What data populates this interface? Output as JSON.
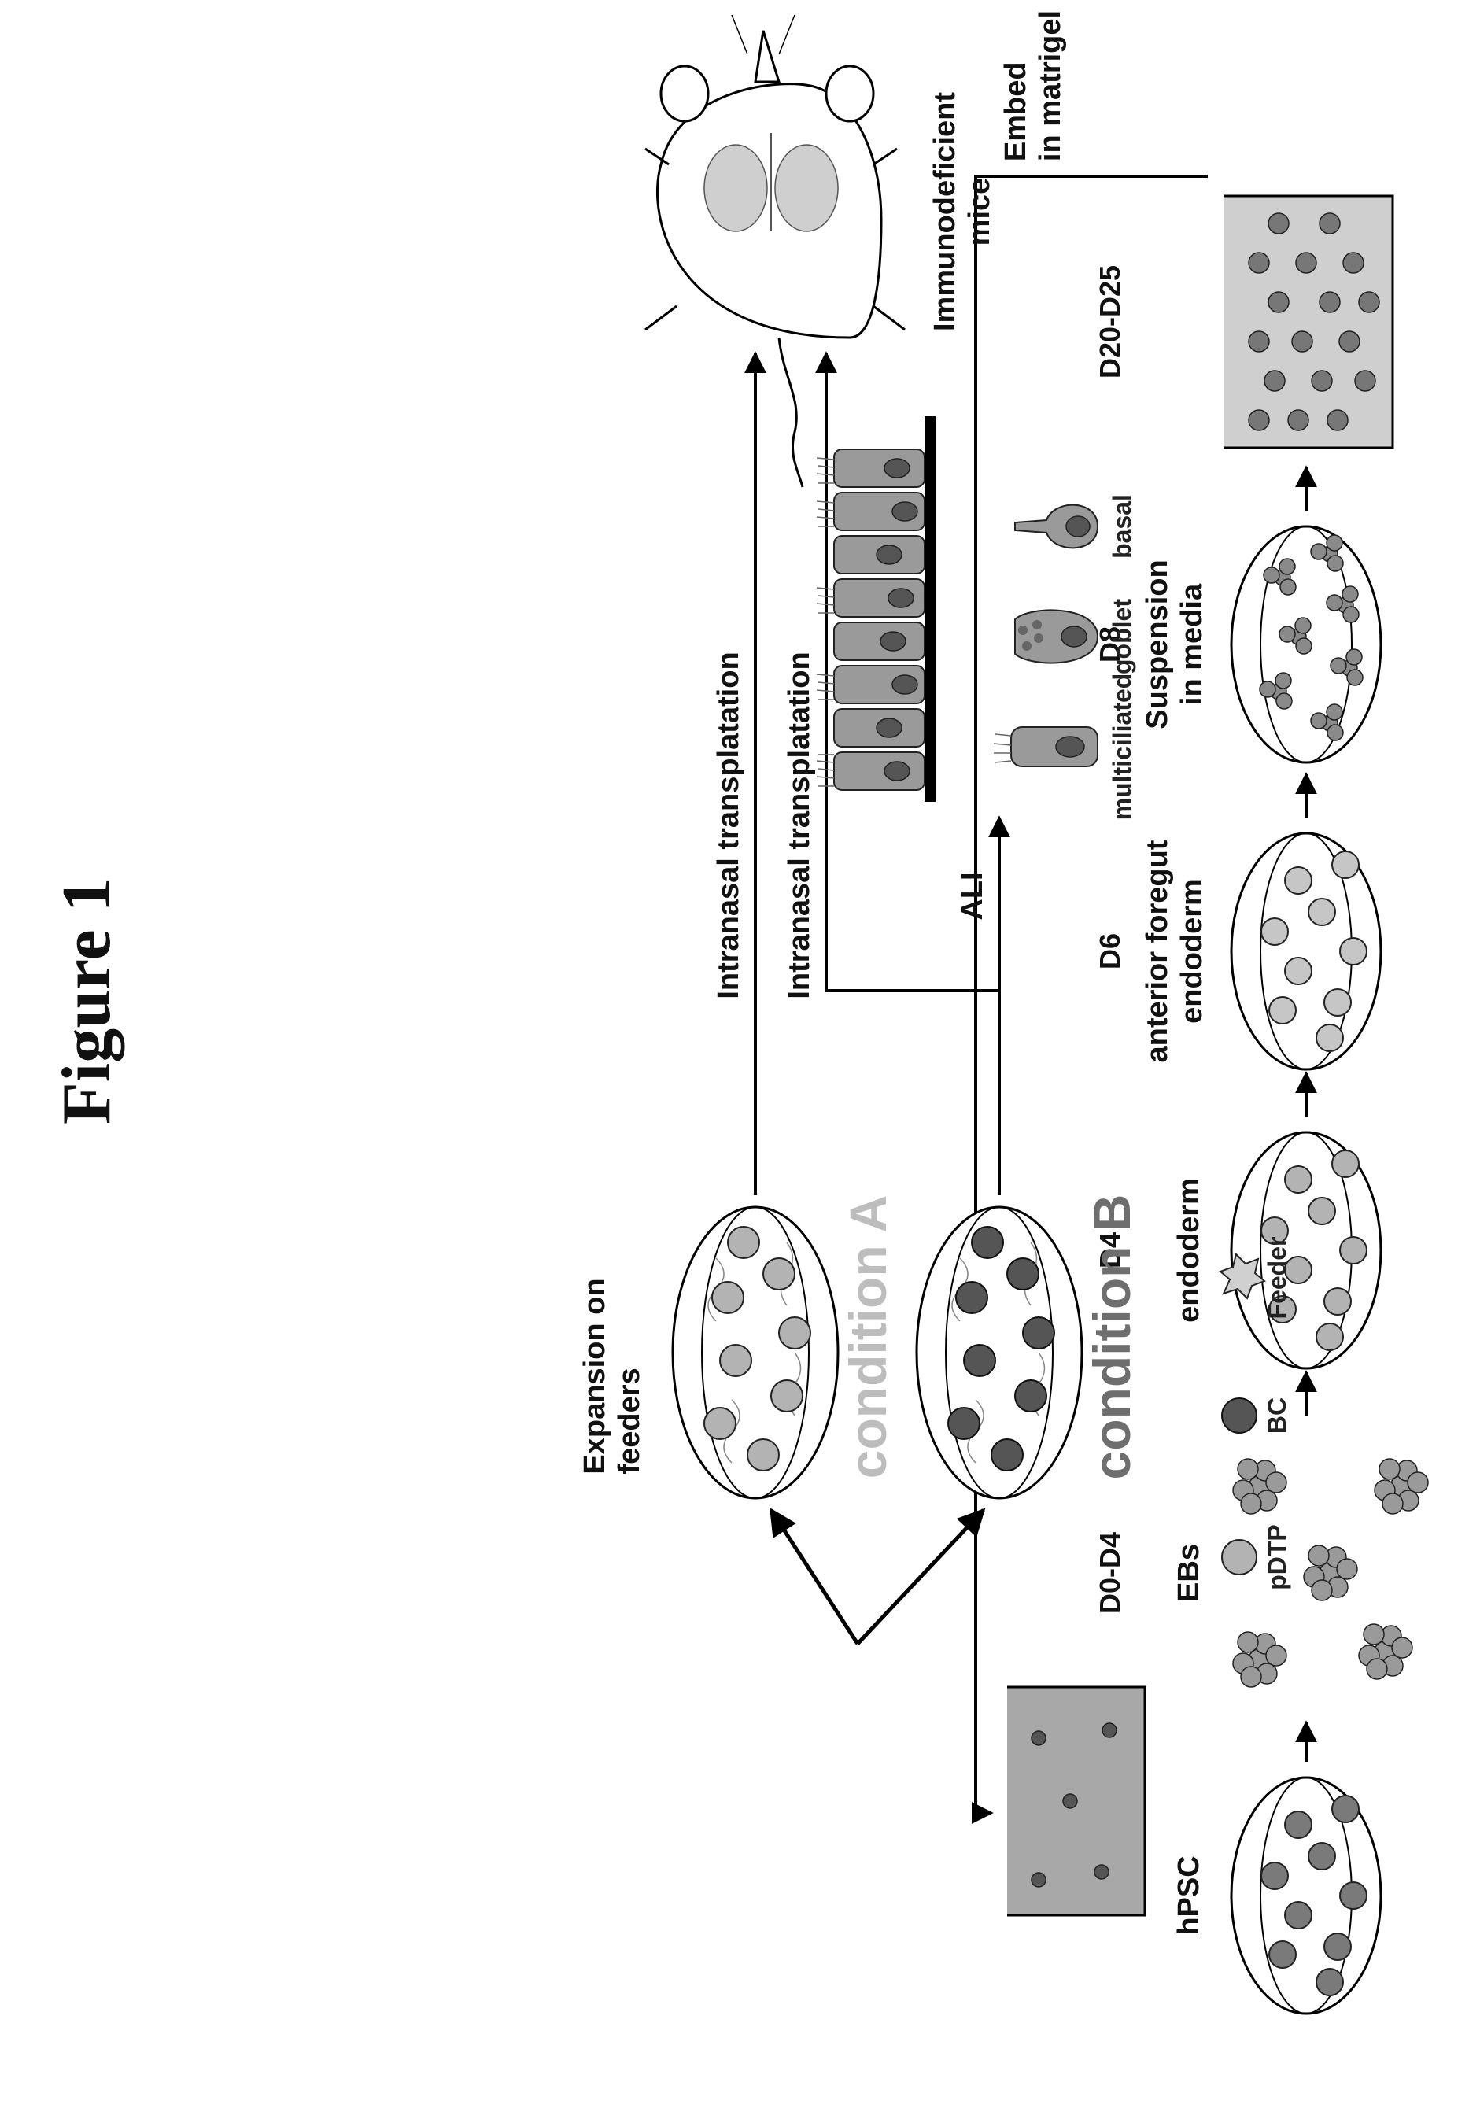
{
  "stages": [
    {
      "name": "hPSC",
      "day": ""
    },
    {
      "name": "EBs",
      "day": "D0-D4"
    },
    {
      "name": "endoderm",
      "day": "D4"
    },
    {
      "name_lines": [
        "anterior foregut",
        "endoderm"
      ],
      "day": "D6"
    },
    {
      "name_lines": [
        "Suspension",
        "in media"
      ],
      "day": "D8"
    },
    {
      "name": "",
      "day": "D20-D25"
    }
  ],
  "embed_label": [
    "Embed",
    "in matrigel"
  ],
  "expansion_label": [
    "Expansion on",
    "feeders"
  ],
  "condition_a": "condition A",
  "condition_b": "condition B",
  "legend": {
    "pdtp": "pDTP",
    "bc": "BC",
    "feeder": "Feeder"
  },
  "transplant_label": "Intranasal transplatation",
  "ali_label": "ALI",
  "cell_types": [
    "multiciliated",
    "goblet",
    "basal"
  ],
  "mice_label": [
    "Immunodeficient",
    "mice"
  ],
  "figure_title": "Figure 1",
  "colors": {
    "pdtp": "#b3b3b3",
    "bc": "#555555",
    "condition_a": "#bdbdbd",
    "condition_b": "#6e6e6e"
  }
}
